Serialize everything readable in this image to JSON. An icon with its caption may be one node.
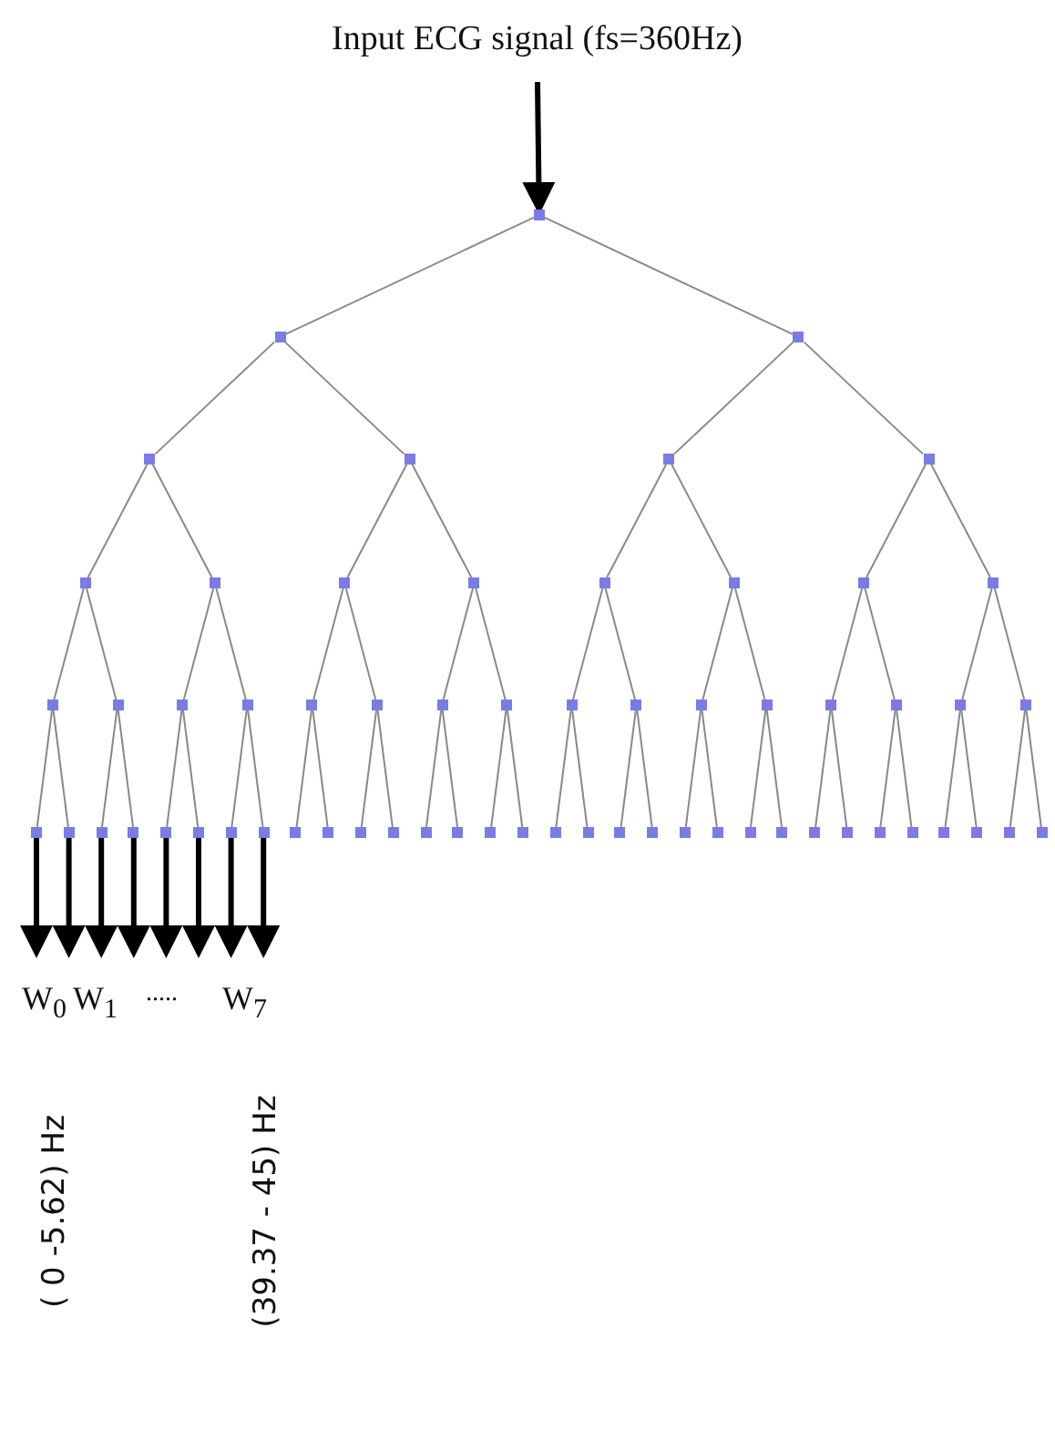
{
  "diagram": {
    "nodes": [
      {
        "text": [
          "Input ECG signal (fs=360Hz)"
        ]
      },
      {
        "text": [],
        "shape": "box"
      },
      {
        "text": [],
        "shape": "box"
      },
      {
        "text": [],
        "shape": "box"
      },
      {
        "text": [],
        "shape": "box"
      },
      {
        "text": [],
        "shape": "box"
      },
      {
        "text": [],
        "shape": "box"
      },
      {
        "text": [],
        "shape": "box"
      },
      {
        "text": [],
        "shape": "box"
      },
      {
        "text": [],
        "shape": "box"
      },
      {
        "text": [],
        "shape": "box"
      },
      {
        "text": [],
        "shape": "box"
      },
      {
        "text": [],
        "shape": "box"
      },
      {
        "text": [],
        "shape": "box"
      },
      {
        "text": [],
        "shape": "box"
      },
      {
        "text": [],
        "shape": "box"
      },
      {
        "text": [],
        "shape": "box"
      },
      {
        "text": [],
        "shape": "box"
      },
      {
        "text": [],
        "shape": "box"
      },
      {
        "text": [],
        "shape": "box"
      },
      {
        "text": [],
        "shape": "box"
      },
      {
        "text": [],
        "shape": "box"
      },
      {
        "text": [],
        "shape": "box"
      },
      {
        "text": [],
        "shape": "box"
      },
      {
        "text": [],
        "shape": "box"
      },
      {
        "text": [],
        "shape": "box"
      },
      {
        "text": [],
        "shape": "box"
      },
      {
        "text": [],
        "shape": "box"
      },
      {
        "text": [],
        "shape": "box"
      },
      {
        "text": [],
        "shape": "box"
      },
      {
        "text": [],
        "shape": "box"
      },
      {
        "text": [],
        "shape": "box"
      },
      {
        "text": [],
        "shape": "box"
      },
      {
        "text": [],
        "shape": "box"
      },
      {
        "text": [],
        "shape": "box"
      },
      {
        "text": [],
        "shape": "box"
      },
      {
        "text": [],
        "shape": "box"
      },
      {
        "text": [],
        "shape": "box"
      },
      {
        "text": [],
        "shape": "box"
      },
      {
        "text": [],
        "shape": "box"
      },
      {
        "text": [],
        "shape": "box"
      },
      {
        "text": [],
        "shape": "box"
      },
      {
        "text": [],
        "shape": "box"
      },
      {
        "text": [],
        "shape": "box"
      },
      {
        "text": [],
        "shape": "box"
      },
      {
        "text": [],
        "shape": "box"
      },
      {
        "text": [],
        "shape": "box"
      },
      {
        "text": [],
        "shape": "box"
      },
      {
        "text": [],
        "shape": "box"
      },
      {
        "text": [],
        "shape": "box"
      },
      {
        "text": [],
        "shape": "box"
      },
      {
        "text": [],
        "shape": "box"
      },
      {
        "text": [],
        "shape": "box"
      },
      {
        "text": [],
        "shape": "box"
      },
      {
        "text": [],
        "shape": "box"
      },
      {
        "text": [],
        "shape": "box"
      },
      {
        "text": [],
        "shape": "box"
      },
      {
        "text": [],
        "shape": "box"
      },
      {
        "text": [],
        "shape": "box"
      },
      {
        "text": [],
        "shape": "box"
      },
      {
        "text": [],
        "shape": "box"
      },
      {
        "text": [],
        "shape": "box"
      },
      {
        "text": [],
        "shape": "box"
      },
      {
        "text": [],
        "shape": "box"
      }
    ],
    "edges": [
      {
        "from": 0,
        "to": 1,
        "arrow": "to",
        "style": "thick",
        "color": "#000000"
      },
      {
        "from": 1,
        "to": 2,
        "arrow": "none"
      },
      {
        "from": 1,
        "to": 3,
        "arrow": "none"
      },
      {
        "from": 2,
        "to": 4,
        "arrow": "none"
      },
      {
        "from": 2,
        "to": 5,
        "arrow": "none"
      },
      {
        "from": 3,
        "to": 6,
        "arrow": "none"
      },
      {
        "from": 3,
        "to": 7,
        "arrow": "none"
      },
      {
        "from": 4,
        "to": 8,
        "arrow": "none"
      },
      {
        "from": 4,
        "to": 9,
        "arrow": "none"
      },
      {
        "from": 5,
        "to": 10,
        "arrow": "none"
      },
      {
        "from": 5,
        "to": 11,
        "arrow": "none"
      },
      {
        "from": 6,
        "to": 12,
        "arrow": "none"
      },
      {
        "from": 6,
        "to": 13,
        "arrow": "none"
      },
      {
        "from": 7,
        "to": 14,
        "arrow": "none"
      },
      {
        "from": 7,
        "to": 15,
        "arrow": "none"
      },
      {
        "from": 8,
        "to": 16,
        "arrow": "none"
      },
      {
        "from": 8,
        "to": 17,
        "arrow": "none"
      },
      {
        "from": 9,
        "to": 18,
        "arrow": "none"
      },
      {
        "from": 9,
        "to": 19,
        "arrow": "none"
      },
      {
        "from": 10,
        "to": 20,
        "arrow": "none"
      },
      {
        "from": 10,
        "to": 21,
        "arrow": "none"
      },
      {
        "from": 11,
        "to": 22,
        "arrow": "none"
      },
      {
        "from": 11,
        "to": 23,
        "arrow": "none"
      },
      {
        "from": 12,
        "to": 24,
        "arrow": "none"
      },
      {
        "from": 12,
        "to": 25,
        "arrow": "none"
      },
      {
        "from": 13,
        "to": 26,
        "arrow": "none"
      },
      {
        "from": 13,
        "to": 27,
        "arrow": "none"
      },
      {
        "from": 14,
        "to": 28,
        "arrow": "none"
      },
      {
        "from": 14,
        "to": 29,
        "arrow": "none"
      },
      {
        "from": 15,
        "to": 30,
        "arrow": "none"
      },
      {
        "from": 15,
        "to": 31,
        "arrow": "none"
      },
      {
        "from": 16,
        "to": 32,
        "arrow": "none"
      },
      {
        "from": 16,
        "to": 33,
        "arrow": "none"
      },
      {
        "from": 17,
        "to": 34,
        "arrow": "none"
      },
      {
        "from": 17,
        "to": 35,
        "arrow": "none"
      },
      {
        "from": 18,
        "to": 36,
        "arrow": "none"
      },
      {
        "from": 18,
        "to": 37,
        "arrow": "none"
      },
      {
        "from": 19,
        "to": 38,
        "arrow": "none"
      },
      {
        "from": 19,
        "to": 39,
        "arrow": "none"
      },
      {
        "from": 20,
        "to": 40,
        "arrow": "none"
      },
      {
        "from": 20,
        "to": 41,
        "arrow": "none"
      },
      {
        "from": 21,
        "to": 42,
        "arrow": "none"
      },
      {
        "from": 21,
        "to": 43,
        "arrow": "none"
      },
      {
        "from": 22,
        "to": 44,
        "arrow": "none"
      },
      {
        "from": 22,
        "to": 45,
        "arrow": "none"
      },
      {
        "from": 23,
        "to": 46,
        "arrow": "none"
      },
      {
        "from": 23,
        "to": 47,
        "arrow": "none"
      },
      {
        "from": 24,
        "to": 48,
        "arrow": "none"
      },
      {
        "from": 24,
        "to": 49,
        "arrow": "none"
      },
      {
        "from": 25,
        "to": 50,
        "arrow": "none"
      },
      {
        "from": 25,
        "to": 51,
        "arrow": "none"
      },
      {
        "from": 26,
        "to": 52,
        "arrow": "none"
      },
      {
        "from": 26,
        "to": 53,
        "arrow": "none"
      },
      {
        "from": 27,
        "to": 54,
        "arrow": "none"
      },
      {
        "from": 27,
        "to": 55,
        "arrow": "none"
      },
      {
        "from": 28,
        "to": 56,
        "arrow": "none"
      },
      {
        "from": 28,
        "to": 57,
        "arrow": "none"
      },
      {
        "from": 29,
        "to": 58,
        "arrow": "none"
      },
      {
        "from": 29,
        "to": 59,
        "arrow": "none"
      },
      {
        "from": 30,
        "to": 60,
        "arrow": "none"
      },
      {
        "from": 30,
        "to": 61,
        "arrow": "none"
      },
      {
        "from": 31,
        "to": 62,
        "arrow": "none"
      },
      {
        "from": 31,
        "to": 63,
        "arrow": "none"
      },
      {
        "from": 32,
        "to": null,
        "arrow": "to",
        "style": "thick",
        "color": "#000000"
      },
      {
        "from": 33,
        "to": null,
        "arrow": "to",
        "style": "thick",
        "color": "#000000"
      },
      {
        "from": 34,
        "to": null,
        "arrow": "to",
        "style": "thick",
        "color": "#000000"
      },
      {
        "from": 35,
        "to": null,
        "arrow": "to",
        "style": "thick",
        "color": "#000000"
      },
      {
        "from": 36,
        "to": null,
        "arrow": "to",
        "style": "thick",
        "color": "#000000"
      },
      {
        "from": 37,
        "to": null,
        "arrow": "to",
        "style": "thick",
        "color": "#000000"
      },
      {
        "from": 38,
        "to": null,
        "arrow": "to",
        "style": "thick",
        "color": "#000000"
      },
      {
        "from": 39,
        "to": null,
        "arrow": "to",
        "style": "thick",
        "color": "#000000"
      }
    ],
    "labels": [
      "W$_{0}$",
      "W$_{1}$",
      ".....",
      "W$_{7}$",
      "( 0 -5.62) Hz",
      "(39.37 - 45) Hz"
    ]
  }
}
